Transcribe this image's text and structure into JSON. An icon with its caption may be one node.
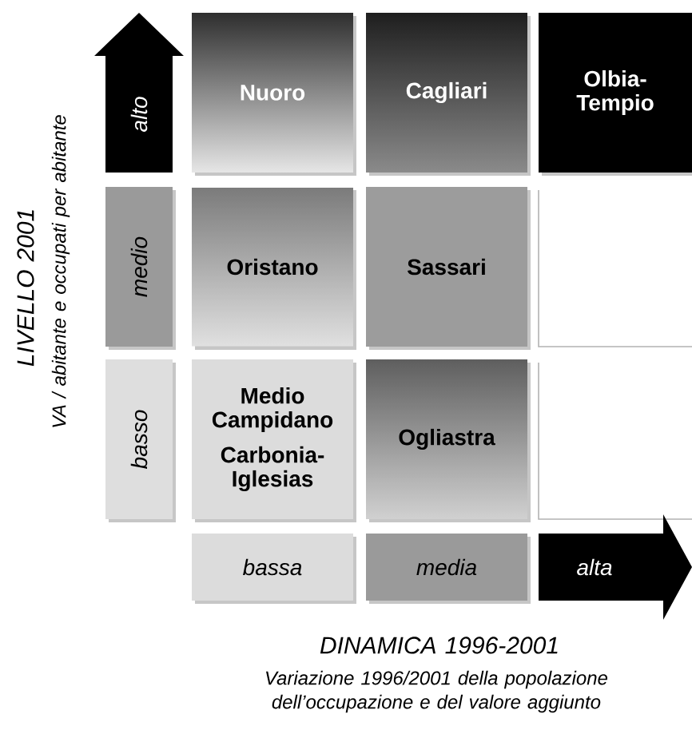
{
  "diagram": {
    "nodes": [
      {
        "text": [
          "alto"
        ]
      },
      {
        "text": [
          "Nuoro"
        ]
      },
      {
        "text": [
          "Cagliari"
        ]
      },
      {
        "text": [
          "Olbia-Tempio"
        ]
      },
      {
        "text": [
          "medio"
        ]
      },
      {
        "text": [
          "Oristano"
        ]
      },
      {
        "text": [
          "Sassari"
        ]
      },
      {
        "text": [],
        "shape": "box"
      },
      {
        "text": [
          "basso"
        ]
      },
      {
        "text": [
          "Medio Campidano",
          "Carbonia-Iglesias"
        ]
      },
      {
        "text": [
          "Ogliastra"
        ]
      },
      {
        "text": [],
        "shape": "box"
      },
      {
        "text": [
          "bassa"
        ]
      },
      {
        "text": [
          "media"
        ]
      },
      {
        "text": [
          "alta"
        ]
      }
    ],
    "edges": [],
    "labels": [
      "LIVELLO 2001",
      "VA / abitante e occupati per abitante",
      "DINAMICA 1996-2001",
      "Variazione 1996/2001 della popolazione dell’occupazione e del valore aggiunto"
    ]
  }
}
